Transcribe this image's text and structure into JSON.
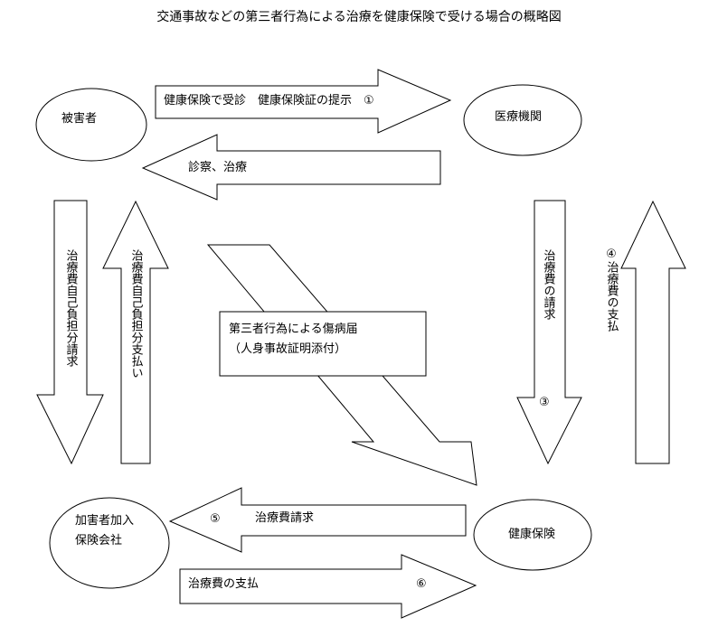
{
  "title": "交通事故などの第三者行為による治療を健康保険で受ける場合の概略図",
  "nodes": {
    "victim": "被害者",
    "hospital": "医療機関",
    "insurer_line1": "加害者加入",
    "insurer_line2": "保険会社",
    "health_insurance": "健康保険"
  },
  "arrows": {
    "visit": "健康保険で受診　健康保険証の提示　①",
    "treatment": "診察、治療",
    "copay_claim": "治療費自己負担分請求",
    "copay_payment": "治療費自己負担分支払い",
    "hospital_claim": "治療費の請求",
    "hospital_claim_num": "③",
    "hospital_payment": "④治療費の支払",
    "insurer_claim_num": "⑤",
    "insurer_claim": "治療費請求",
    "insurer_payment": "治療費の支払",
    "insurer_payment_num": "⑥"
  },
  "notice": {
    "line1": "第三者行為による傷病届",
    "line2": "（人身事故証明添付）"
  }
}
